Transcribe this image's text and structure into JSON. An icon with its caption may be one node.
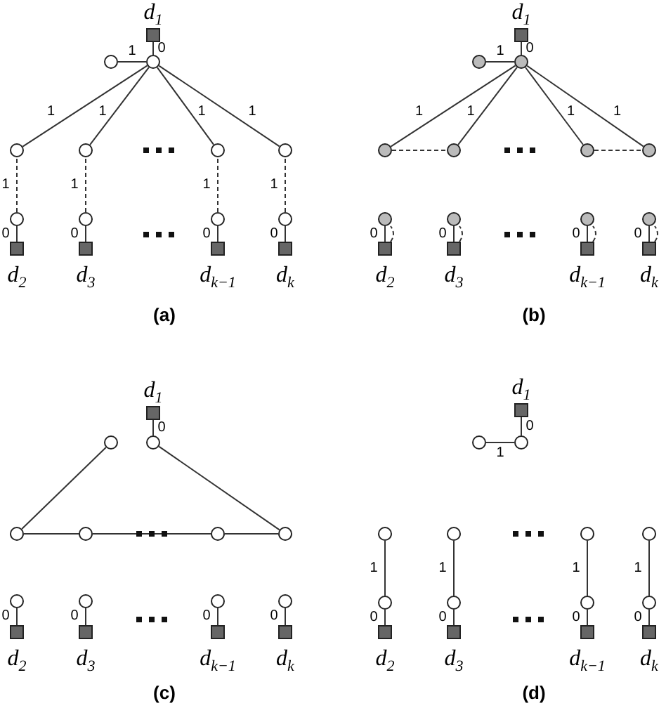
{
  "diagram": {
    "nodes": [
      {
        "text": [],
        "shape": "box",
        "beside": [
          "d$_{1}$"
        ]
      },
      {
        "text": [],
        "shape": "circle"
      },
      {
        "text": [],
        "shape": "circle"
      },
      {
        "text": [],
        "shape": "circle"
      },
      {
        "text": [],
        "shape": "circle"
      },
      {
        "text": [],
        "shape": "circle"
      },
      {
        "text": [],
        "shape": "circle"
      },
      {
        "text": [],
        "shape": "circle"
      },
      {
        "text": [],
        "shape": "circle"
      },
      {
        "text": [],
        "shape": "circle"
      },
      {
        "text": [],
        "shape": "circle"
      },
      {
        "text": [],
        "shape": "box",
        "beside": [
          "d$_{2}$"
        ]
      },
      {
        "text": [],
        "shape": "box",
        "beside": [
          "d$_{3}$"
        ]
      },
      {
        "text": [],
        "shape": "box",
        "beside": [
          "d$_{k−1}$"
        ]
      },
      {
        "text": [],
        "shape": "box",
        "beside": [
          "d$_{k}$"
        ]
      },
      {
        "text": [],
        "shape": "box",
        "beside": [
          "d$_{1}$"
        ]
      },
      {
        "text": [],
        "shape": "circle"
      },
      {
        "text": [],
        "shape": "circle"
      },
      {
        "text": [],
        "shape": "circle"
      },
      {
        "text": [],
        "shape": "circle"
      },
      {
        "text": [],
        "shape": "circle"
      },
      {
        "text": [],
        "shape": "circle"
      },
      {
        "text": [],
        "shape": "circle"
      },
      {
        "text": [],
        "shape": "circle"
      },
      {
        "text": [],
        "shape": "circle"
      },
      {
        "text": [],
        "shape": "circle"
      },
      {
        "text": [],
        "shape": "box",
        "beside": [
          "d$_{2}$"
        ]
      },
      {
        "text": [],
        "shape": "box",
        "beside": [
          "d$_{3}$"
        ]
      },
      {
        "text": [],
        "shape": "box",
        "beside": [
          "d$_{k−1}$"
        ]
      },
      {
        "text": [],
        "shape": "box",
        "beside": [
          "d$_{k}$"
        ]
      },
      {
        "text": [],
        "shape": "box",
        "beside": [
          "d$_{1}$"
        ]
      },
      {
        "text": [],
        "shape": "circle"
      },
      {
        "text": [],
        "shape": "circle"
      },
      {
        "text": [],
        "shape": "circle"
      },
      {
        "text": [],
        "shape": "circle"
      },
      {
        "text": [],
        "shape": "circle"
      },
      {
        "text": [],
        "shape": "circle"
      },
      {
        "text": [],
        "shape": "circle"
      },
      {
        "text": [],
        "shape": "circle"
      },
      {
        "text": [],
        "shape": "circle"
      },
      {
        "text": [],
        "shape": "circle"
      },
      {
        "text": [],
        "shape": "box",
        "beside": [
          "d$_{2}$"
        ]
      },
      {
        "text": [],
        "shape": "box",
        "beside": [
          "d$_{3}$"
        ]
      },
      {
        "text": [],
        "shape": "box",
        "beside": [
          "d$_{k−1}$"
        ]
      },
      {
        "text": [],
        "shape": "box",
        "beside": [
          "d$_{k}$"
        ]
      },
      {
        "text": [],
        "shape": "box",
        "beside": [
          "d$_{1}$"
        ]
      },
      {
        "text": [],
        "shape": "circle"
      },
      {
        "text": [],
        "shape": "circle"
      },
      {
        "text": [],
        "shape": "circle"
      },
      {
        "text": [],
        "shape": "circle"
      },
      {
        "text": [],
        "shape": "circle"
      },
      {
        "text": [],
        "shape": "circle"
      },
      {
        "text": [],
        "shape": "circle"
      },
      {
        "text": [],
        "shape": "circle"
      },
      {
        "text": [],
        "shape": "circle"
      },
      {
        "text": [],
        "shape": "circle"
      },
      {
        "text": [],
        "shape": "box",
        "beside": [
          "d$_{2}$"
        ]
      },
      {
        "text": [],
        "shape": "box",
        "beside": [
          "d$_{3}$"
        ]
      },
      {
        "text": [],
        "shape": "box",
        "beside": [
          "d$_{k−1}$"
        ]
      },
      {
        "text": [],
        "shape": "box",
        "beside": [
          "d$_{k}$"
        ]
      }
    ],
    "edges": [
      {
        "from": 0,
        "to": 1,
        "arrow": "none",
        "label": "0"
      },
      {
        "from": 1,
        "to": 2,
        "arrow": "none",
        "label": "1"
      },
      {
        "from": 1,
        "to": 3,
        "arrow": "none",
        "label": "1"
      },
      {
        "from": 1,
        "to": 4,
        "arrow": "none",
        "label": "1"
      },
      {
        "from": 1,
        "to": 5,
        "arrow": "none",
        "label": "1"
      },
      {
        "from": 1,
        "to": 6,
        "arrow": "none",
        "label": "1"
      },
      {
        "from": 7,
        "to": 3,
        "arrow": "none",
        "label": "1",
        "style": "dashed"
      },
      {
        "from": 8,
        "to": 4,
        "arrow": "none",
        "label": "1",
        "style": "dashed"
      },
      {
        "from": 9,
        "to": 5,
        "arrow": "none",
        "label": "1",
        "style": "dashed"
      },
      {
        "from": 10,
        "to": 6,
        "arrow": "none",
        "label": "1",
        "style": "dashed"
      },
      {
        "from": 11,
        "to": 7,
        "arrow": "none",
        "label": "0"
      },
      {
        "from": 12,
        "to": 8,
        "arrow": "none",
        "label": "0"
      },
      {
        "from": 13,
        "to": 9,
        "arrow": "none",
        "label": "0"
      },
      {
        "from": 14,
        "to": 10,
        "arrow": "none",
        "label": "0"
      },
      {
        "from": 15,
        "to": 16,
        "arrow": "none",
        "label": "0"
      },
      {
        "from": 16,
        "to": 17,
        "arrow": "none",
        "label": "1"
      },
      {
        "from": 16,
        "to": 18,
        "arrow": "none",
        "label": "1"
      },
      {
        "from": 16,
        "to": 19,
        "arrow": "none",
        "label": "1"
      },
      {
        "from": 16,
        "to": 20,
        "arrow": "none",
        "label": "1"
      },
      {
        "from": 16,
        "to": 21,
        "arrow": "none",
        "label": "1"
      },
      {
        "from": 18,
        "to": 19,
        "arrow": "none",
        "style": "dashed"
      },
      {
        "from": 20,
        "to": 21,
        "arrow": "none",
        "style": "dashed"
      },
      {
        "from": 26,
        "to": 22,
        "arrow": "none",
        "label": "0"
      },
      {
        "from": 26,
        "to": 22,
        "arrow": "none",
        "style": "dashed"
      },
      {
        "from": 27,
        "to": 23,
        "arrow": "none",
        "label": "0"
      },
      {
        "from": 27,
        "to": 23,
        "arrow": "none",
        "style": "dashed"
      },
      {
        "from": 28,
        "to": 24,
        "arrow": "none",
        "label": "0"
      },
      {
        "from": 28,
        "to": 24,
        "arrow": "none",
        "style": "dashed"
      },
      {
        "from": 29,
        "to": 25,
        "arrow": "none",
        "label": "0"
      },
      {
        "from": 29,
        "to": 25,
        "arrow": "none",
        "style": "dashed"
      },
      {
        "from": 30,
        "to": 31,
        "arrow": "none",
        "label": "0"
      },
      {
        "from": 32,
        "to": 33,
        "arrow": "none"
      },
      {
        "from": 31,
        "to": 36,
        "arrow": "none"
      },
      {
        "from": 33,
        "to": 34,
        "arrow": "none"
      },
      {
        "from": 34,
        "to": 35,
        "arrow": "none"
      },
      {
        "from": 35,
        "to": 36,
        "arrow": "none"
      },
      {
        "from": 41,
        "to": 37,
        "arrow": "none",
        "label": "0"
      },
      {
        "from": 42,
        "to": 38,
        "arrow": "none",
        "label": "0"
      },
      {
        "from": 43,
        "to": 39,
        "arrow": "none",
        "label": "0"
      },
      {
        "from": 44,
        "to": 40,
        "arrow": "none",
        "label": "0"
      },
      {
        "from": 45,
        "to": 46,
        "arrow": "none",
        "label": "0"
      },
      {
        "from": 47,
        "to": 46,
        "arrow": "none",
        "label": "1"
      },
      {
        "from": 52,
        "to": 48,
        "arrow": "none",
        "label": "1"
      },
      {
        "from": 53,
        "to": 49,
        "arrow": "none",
        "label": "1"
      },
      {
        "from": 54,
        "to": 50,
        "arrow": "none",
        "label": "1"
      },
      {
        "from": 55,
        "to": 51,
        "arrow": "none",
        "label": "1"
      },
      {
        "from": 56,
        "to": 52,
        "arrow": "none",
        "label": "0"
      },
      {
        "from": 57,
        "to": 53,
        "arrow": "none",
        "label": "0"
      },
      {
        "from": 58,
        "to": 54,
        "arrow": "none",
        "label": "0"
      },
      {
        "from": 59,
        "to": 55,
        "arrow": "none",
        "label": "0"
      }
    ],
    "labels": [
      "(a)",
      "(b)",
      "(c)",
      "(d)"
    ]
  }
}
